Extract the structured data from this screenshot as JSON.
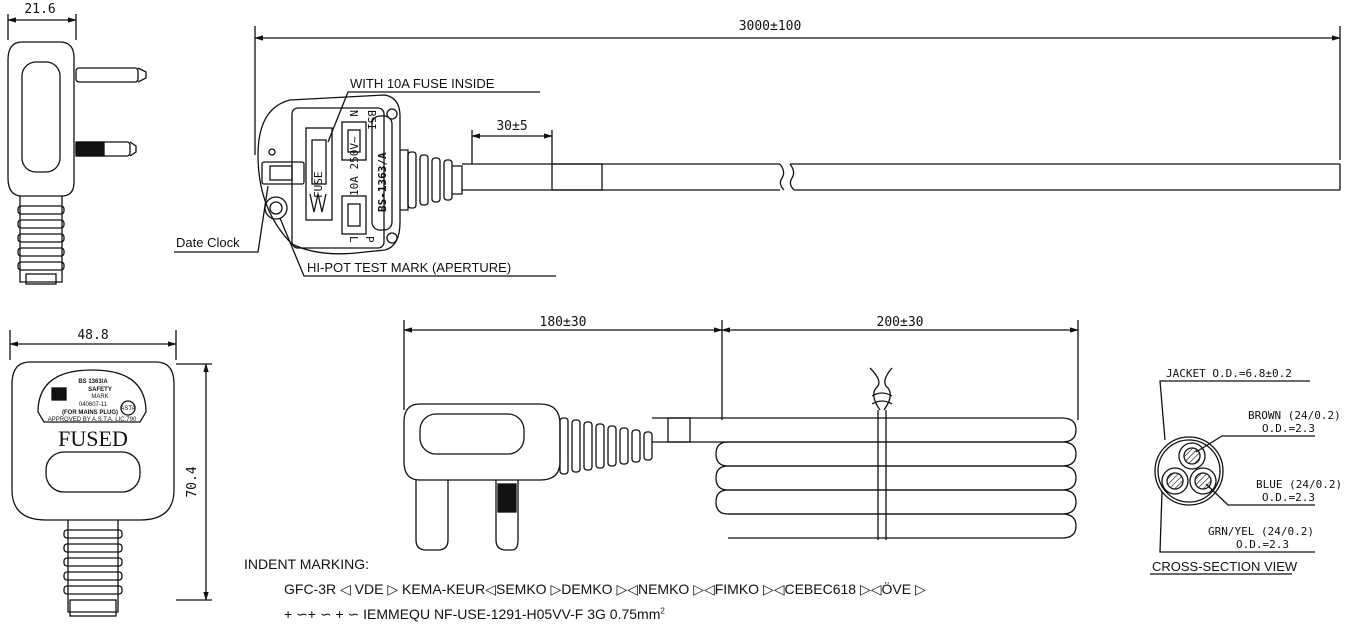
{
  "dimensions": {
    "plug_side_width": "21.6",
    "cord_length": "3000±100",
    "strip_length": "30±5",
    "plug_front_width": "48.8",
    "plug_front_height": "70.4",
    "coil_first": "180±30",
    "coil_second": "200±30"
  },
  "callouts": {
    "fuse": "WITH 10A FUSE INSIDE",
    "date_clock": "Date Clock",
    "hipot": "HI-POT TEST MARK (APERTURE)"
  },
  "plug_markings": {
    "standard": "BS-1363/A",
    "fuse_label": "FUSE",
    "rating": "10A 250V~",
    "pin_n": "N",
    "pin_l": "L",
    "pin_p": "P",
    "bsi": "BSI"
  },
  "front_markings": {
    "bs": "BS 1363/A",
    "safety": "SAFETY",
    "mark": "MARK",
    "code": "040607-11",
    "mains": "(FOR MAINS PLUG)",
    "approved": "APPROVED BY A.S.T.A. LIC.790",
    "asta": "ASTA",
    "fused": "FUSED"
  },
  "cross_section": {
    "jacket": "JACKET O.D.=6.8±0.2",
    "brown": "BROWN (24/0.2)",
    "brown_od": "O.D.=2.3",
    "blue": "BLUE (24/0.2)",
    "blue_od": "O.D.=2.3",
    "grn": "GRN/YEL (24/0.2)",
    "grn_od": "O.D.=2.3",
    "title": "CROSS-SECTION VIEW"
  },
  "indent": {
    "title": "INDENT MARKING:",
    "line1": "GFC-3R ◁ VDE ▷ KEMA-KEUR◁SEMKO ▷DEMKO ▷◁NEMKO ▷◁FIMKO ▷◁CEBEC618 ▷◁ÖVE ▷",
    "line2_prefix": "+ ∽+ ∽ + ∽ IEMMEQU NF-USE-1291-H05VV-F 3G 0.75mm",
    "line2_sup": "2"
  }
}
